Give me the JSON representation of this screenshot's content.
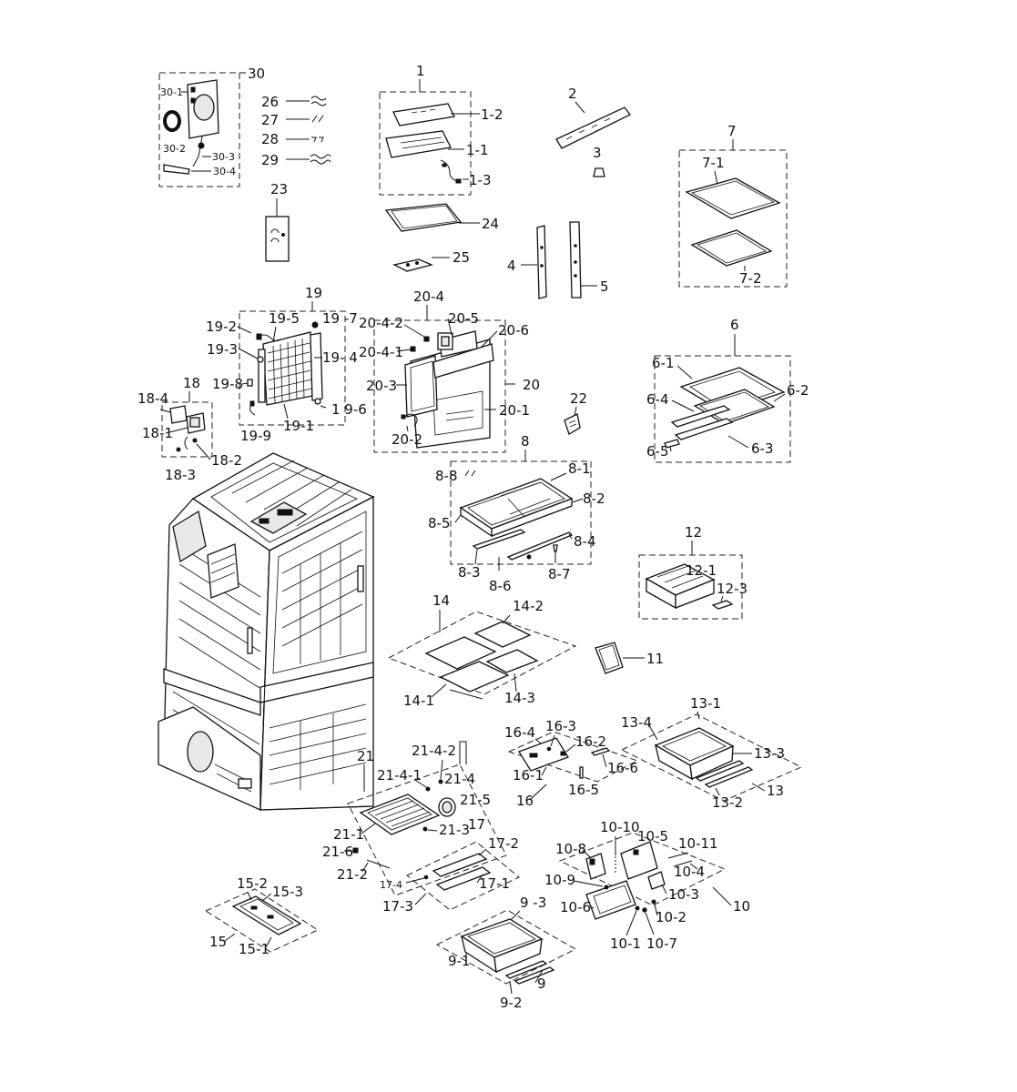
{
  "groups": {
    "g30": {
      "label": "30",
      "parts": [
        "30-1",
        "30-2",
        "30-3",
        "30-4"
      ]
    },
    "g1": {
      "label": "1",
      "parts": [
        "1-2",
        "1-1",
        "1-3"
      ]
    },
    "g7": {
      "label": "7",
      "parts": [
        "7-1",
        "7-2"
      ]
    },
    "g19": {
      "label": "19",
      "parts": [
        "19-2",
        "19-5",
        "19 -7",
        "19-3",
        "19- 4",
        "19-8",
        "19-1",
        "1 9-6",
        "19-9"
      ]
    },
    "g20": {
      "label": "20",
      "parts": [
        "20-4",
        "20-4-2",
        "20-5",
        "20-6",
        "20-4-1",
        "20-3",
        "20-1",
        "20-2"
      ]
    },
    "g6": {
      "label": "6",
      "parts": [
        "6-1",
        "6-2",
        "6-4",
        "6-3",
        "6-5"
      ]
    },
    "g18": {
      "label": "18",
      "parts": [
        "18-4",
        "18-1",
        "18-2",
        "18-3"
      ]
    },
    "g8": {
      "label": "8",
      "parts": [
        "8-8",
        "8-1",
        "8-2",
        "8-5",
        "8-4",
        "8-3",
        "8-6",
        "8-7"
      ]
    },
    "g12": {
      "label": "12",
      "parts": [
        "12-1",
        "12-3"
      ]
    },
    "g14": {
      "label": "14",
      "parts": [
        "14-2",
        "14-1",
        "14-3"
      ]
    },
    "g13": {
      "label": "13",
      "parts": [
        "13-1",
        "13-4",
        "13-3",
        "13-2"
      ]
    },
    "g16": {
      "label": "16",
      "parts": [
        "16-4",
        "16-3",
        "16-2",
        "16-1",
        "16-6",
        "16-5"
      ]
    },
    "g21": {
      "label": "21",
      "parts": [
        "21-4-2",
        "21-4-1",
        "21-4",
        "21-5",
        "21-1",
        "21-3",
        "21-6",
        "21-2"
      ]
    },
    "g17": {
      "label": "17",
      "parts": [
        "17-2",
        "17-4",
        "17-1",
        "17-3"
      ]
    },
    "g10": {
      "label": "10",
      "parts": [
        "10-10",
        "10-8",
        "10-5",
        "10-11",
        "10-4",
        "10-9",
        "10-3",
        "10-6",
        "10-2",
        "10-1",
        "10-7"
      ]
    },
    "g15": {
      "label": "15",
      "parts": [
        "15-2",
        "15-3",
        "15-1"
      ]
    },
    "g9": {
      "label": "9",
      "parts": [
        "9 -3",
        "9-1",
        "9-2"
      ]
    }
  },
  "singles": [
    "26",
    "27",
    "28",
    "29",
    "23",
    "24",
    "25",
    "2",
    "3",
    "4",
    "5",
    "22",
    "11"
  ]
}
